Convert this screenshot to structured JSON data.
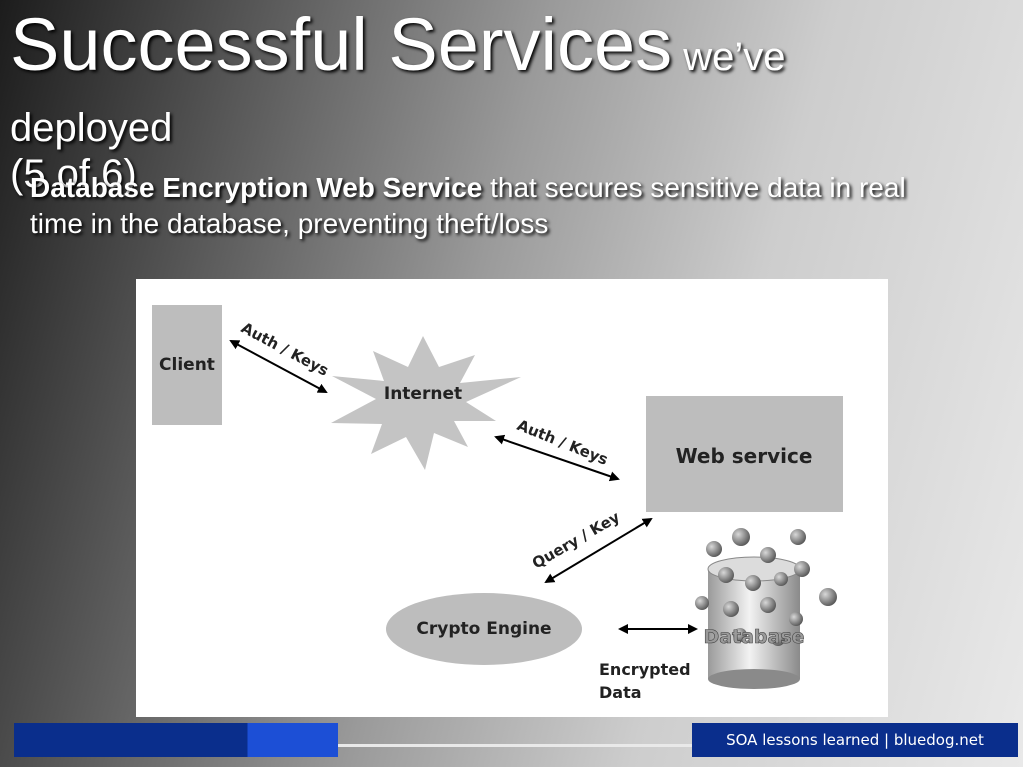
{
  "slide": {
    "title_main": "Successful Services",
    "title_suffix": " we’ve",
    "title_line2": "deployed",
    "title_line3": "(5 of 6)",
    "bullet_bold": "Database Encryption Web Service",
    "bullet_rest": " that secures sensitive data in real time in the database, preventing theft/loss",
    "footer": "SOA lessons learned | bluedog.net"
  },
  "diagram": {
    "client": "Client",
    "internet": "Internet",
    "web_service": "Web service",
    "crypto_engine": "Crypto Engine",
    "database": "Database",
    "encrypted_line1": "Encrypted",
    "encrypted_line2": "Data",
    "arrow_auth_keys_1": "Auth / Keys",
    "arrow_auth_keys_2": "Auth / Keys",
    "arrow_query_key": "Query / Key"
  },
  "colors": {
    "box_gray": "#bdbdbd",
    "footer_blue": "#0a2e8c",
    "accent_blue": "#1c4fd6"
  }
}
